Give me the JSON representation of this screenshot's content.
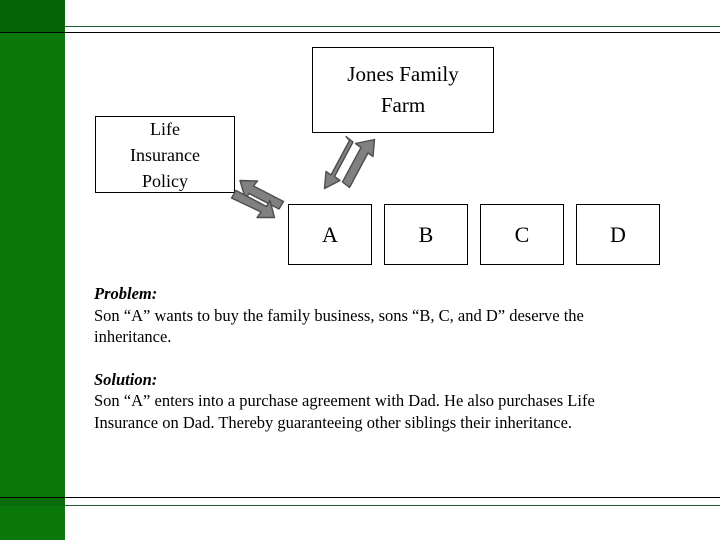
{
  "slide": {
    "title": "Jones Family Farm Estate Plan Diagram",
    "background_color": "#ffffff",
    "accent_color": "#0a780a",
    "rule_green_color": "#1d5e2f",
    "rule_black_color": "#000000",
    "arrow_fill_color": "#808080",
    "arrow_outline_color": "#4d4d4d"
  },
  "diagram": {
    "farm_box": {
      "line1": "Jones Family",
      "line2": "Farm"
    },
    "policy_box": {
      "line1": "Life",
      "line2": "Insurance",
      "line3": "Policy"
    },
    "children": [
      {
        "label": "A"
      },
      {
        "label": "B"
      },
      {
        "label": "C"
      },
      {
        "label": "D"
      }
    ],
    "arrows": [
      {
        "name": "arrow-farm-to-son-a",
        "direction": "down-left"
      },
      {
        "name": "arrow-son-a-to-farm",
        "direction": "up-right"
      },
      {
        "name": "arrow-son-a-to-policy",
        "direction": "up-left"
      },
      {
        "name": "arrow-policy-to-son-a",
        "direction": "down-right"
      }
    ]
  },
  "content": {
    "problem_heading": "Problem:",
    "problem_text": "Son “A” wants to buy the family business, sons “B, C, and D” deserve the inheritance.",
    "solution_heading": "Solution:",
    "solution_text": "Son “A” enters into a purchase agreement with Dad.  He also purchases Life Insurance on Dad.  Thereby guaranteeing other siblings their inheritance."
  }
}
